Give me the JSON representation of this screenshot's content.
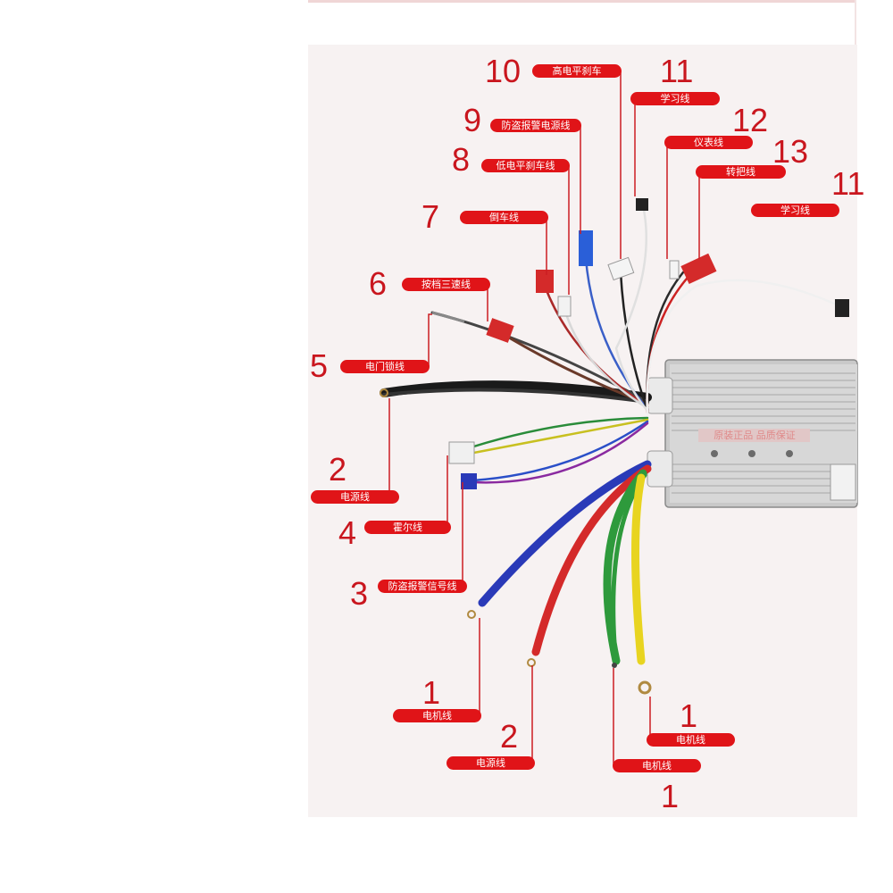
{
  "annotations": [
    {
      "id": "a10",
      "number": "10",
      "label": "高电平刹车"
    },
    {
      "id": "a11t",
      "number": "11",
      "label": "学习线"
    },
    {
      "id": "a9",
      "number": "9",
      "label": "防盗报警电源线"
    },
    {
      "id": "a12",
      "number": "12",
      "label": "仪表线"
    },
    {
      "id": "a8",
      "number": "8",
      "label": "低电平刹车线"
    },
    {
      "id": "a13",
      "number": "13",
      "label": "转把线"
    },
    {
      "id": "a11r",
      "number": "11",
      "label": "学习线"
    },
    {
      "id": "a7",
      "number": "7",
      "label": "倒车线"
    },
    {
      "id": "a6",
      "number": "6",
      "label": "按档三速线"
    },
    {
      "id": "a5",
      "number": "5",
      "label": "电门锁线"
    },
    {
      "id": "a2l",
      "number": "2",
      "label": "电源线"
    },
    {
      "id": "a4",
      "number": "4",
      "label": "霍尔线"
    },
    {
      "id": "a3",
      "number": "3",
      "label": "防盗报警信号线"
    },
    {
      "id": "a1l",
      "number": "1",
      "label": "电机线"
    },
    {
      "id": "a2b",
      "number": "2",
      "label": "电源线"
    },
    {
      "id": "a1r",
      "number": "1",
      "label": "电机线"
    },
    {
      "id": "a1b",
      "number": "1",
      "label": "电机线"
    }
  ],
  "controller": {
    "sticker_text": "原装正品 品质保证"
  },
  "colors": {
    "label_bg": "#e01418",
    "number": "#c9161e",
    "leader": "#cc1c22"
  }
}
